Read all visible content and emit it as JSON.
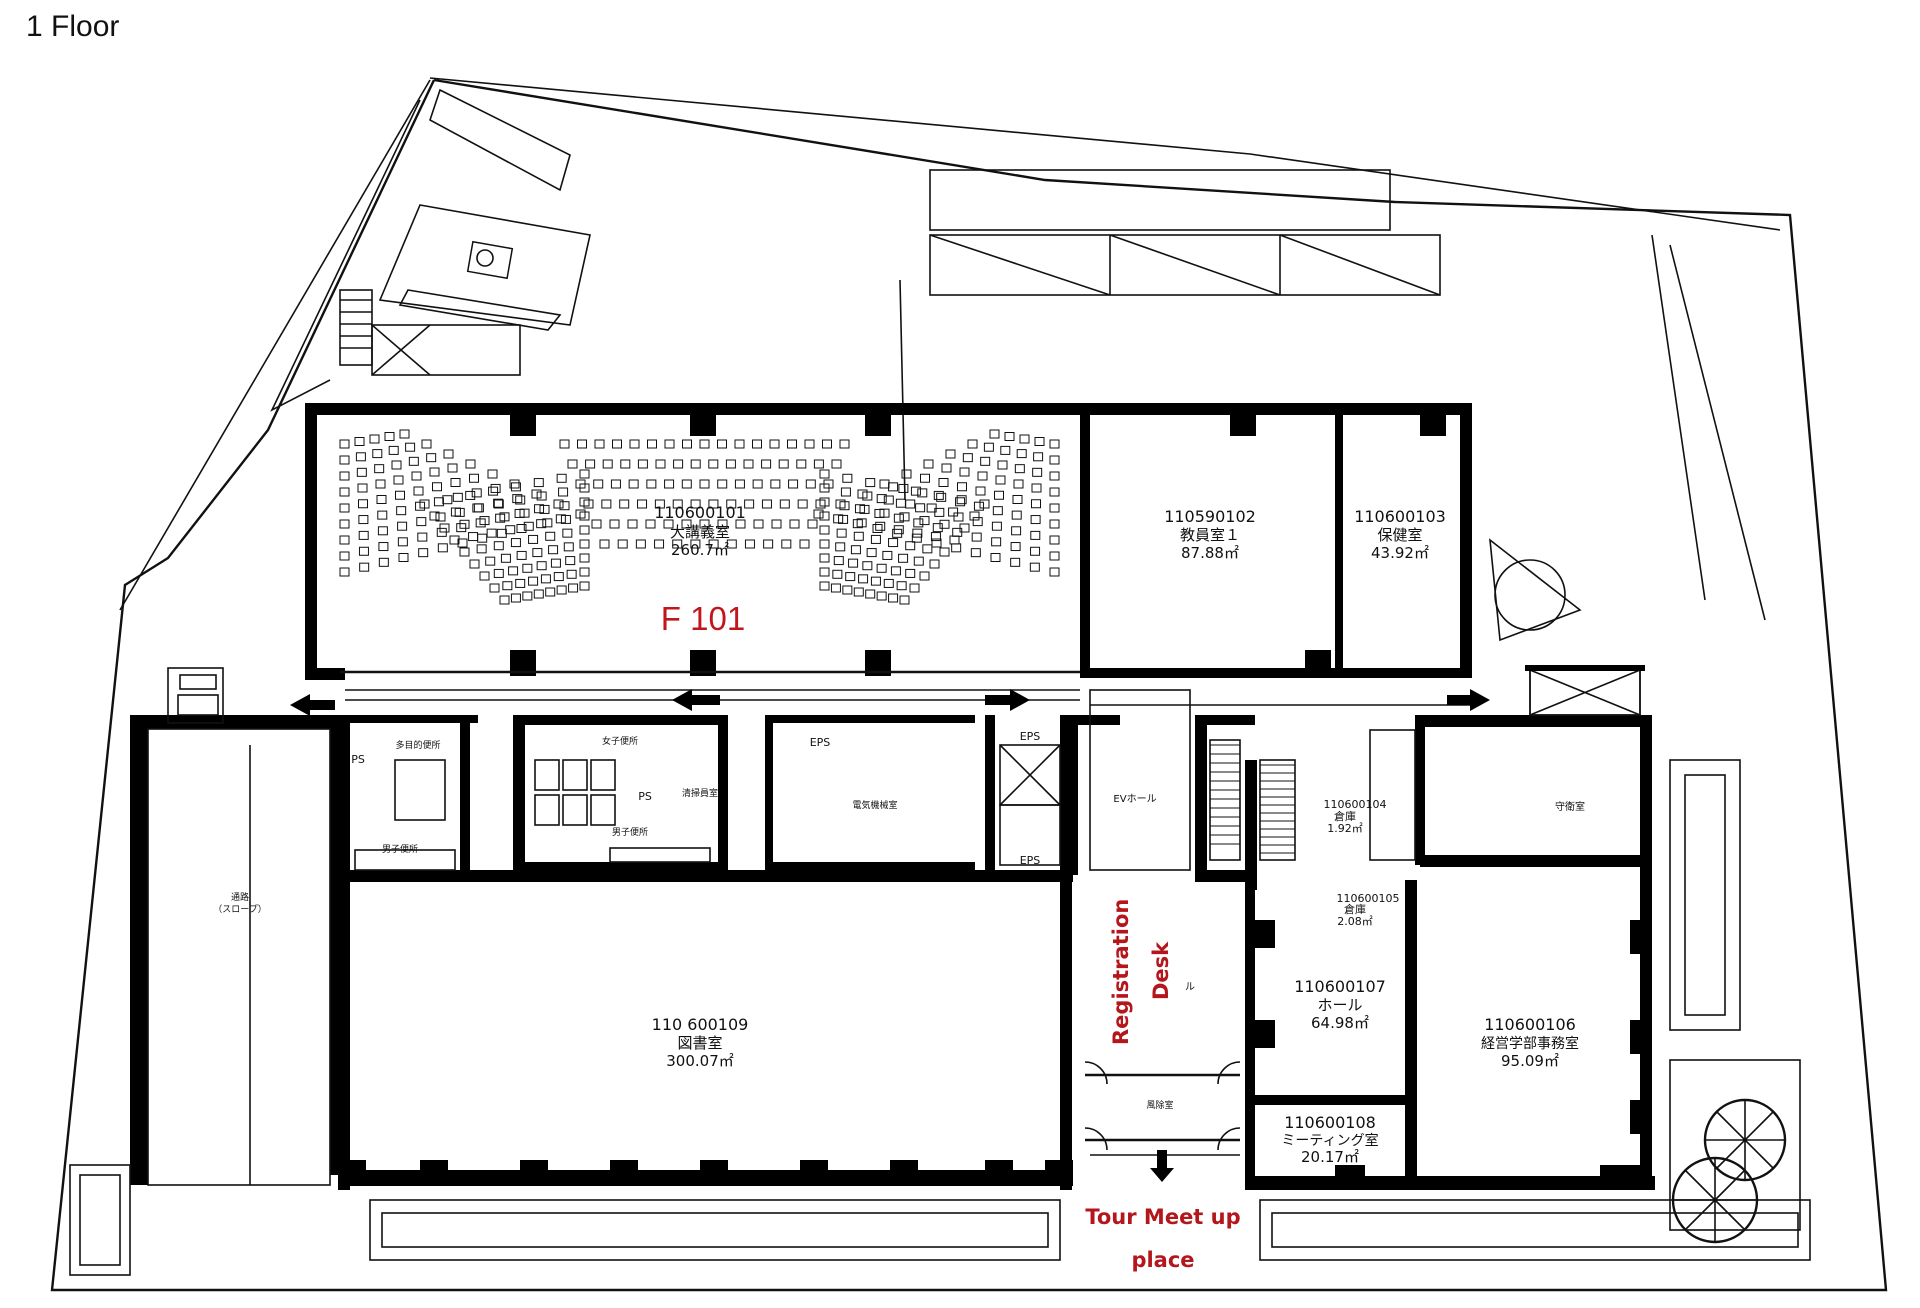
{
  "floor_title": "1 Floor",
  "rooms": {
    "lecture_hall": {
      "code": "110600101",
      "name": "大講義室",
      "area": "260.7㎡"
    },
    "r102": {
      "code": "110590102",
      "name": "教員室１",
      "area": "87.88㎡"
    },
    "r103": {
      "code": "110600103",
      "name": "保健室",
      "area": "43.92㎡"
    },
    "r104": {
      "code": "110600104",
      "name": "倉庫",
      "area": "1.92㎡"
    },
    "r105": {
      "code": "110600105",
      "name": "倉庫",
      "area": "2.08㎡"
    },
    "r106": {
      "code": "110600106",
      "name": "経営学部事務室",
      "area": "95.09㎡"
    },
    "r107": {
      "code": "110600107",
      "name": "ホール",
      "area": "64.98㎡"
    },
    "r108": {
      "code": "110600108",
      "name": "ミーティング室",
      "area": "20.17㎡"
    },
    "r109": {
      "code": "110 600109",
      "name": "図書室",
      "area": "300.07㎡"
    }
  },
  "small_labels": {
    "eps1": "EPS",
    "eps2": "EPS",
    "eps3": "EPS",
    "ps1": "PS",
    "ps2": "PS",
    "ev_hall": "EVホール",
    "womens_wc": "女子便所",
    "mens_wc": "男子便所",
    "mens_wc2": "男子便所",
    "multi_wc": "多目的便所",
    "storage": "清掃員室",
    "machine_room": "電気機械室",
    "slope": "通路",
    "slope_sub": "（スロープ）",
    "windbreak": "風除室",
    "hall_mark": "ル",
    "waiting": "守衛室"
  },
  "annotations": {
    "f101": "F 101",
    "registration_line1": "Registration",
    "registration_line2": "Desk",
    "tour_line1": "Tour Meet up",
    "tour_line2": "place"
  },
  "colors": {
    "annotation": "#b3161b",
    "walls": "#000000"
  }
}
